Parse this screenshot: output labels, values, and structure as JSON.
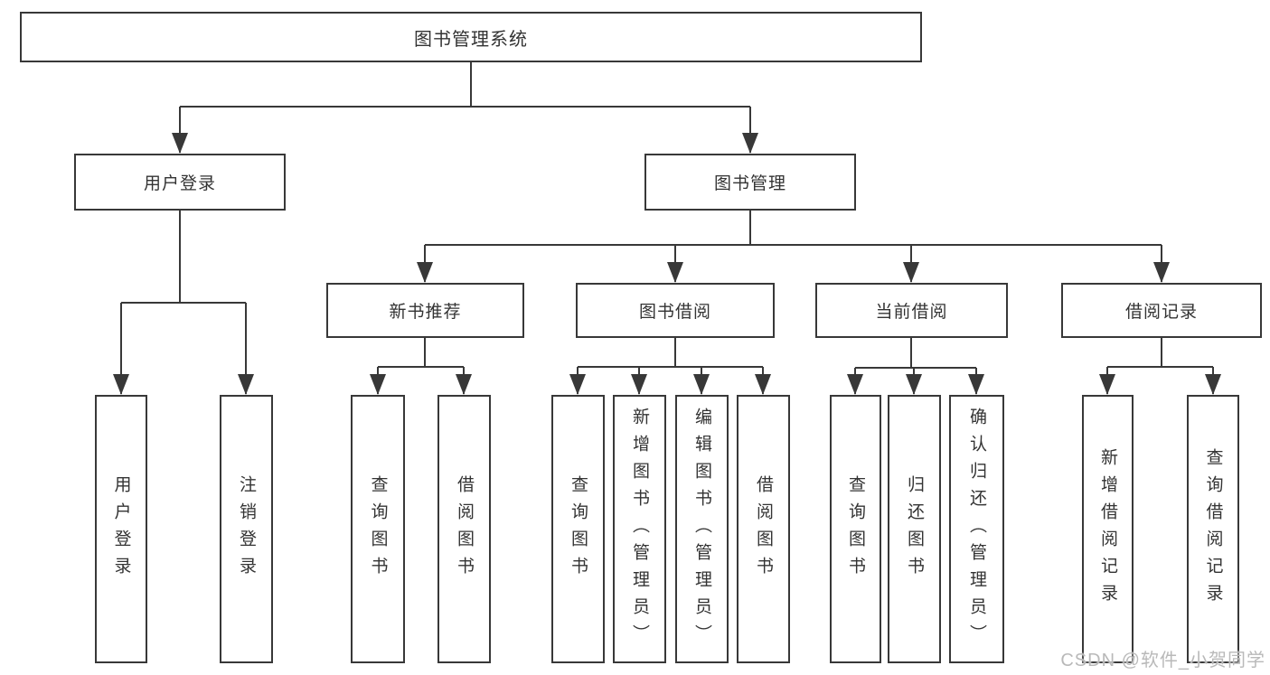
{
  "diagram": {
    "root": {
      "label": "图书管理系统"
    },
    "children": [
      {
        "label": "用户登录",
        "children": [
          {
            "label": "用户登录"
          },
          {
            "label": "注销登录"
          }
        ]
      },
      {
        "label": "图书管理",
        "children": [
          {
            "label": "新书推荐",
            "children": [
              {
                "label": "查询图书"
              },
              {
                "label": "借阅图书"
              }
            ]
          },
          {
            "label": "图书借阅",
            "children": [
              {
                "label": "查询图书"
              },
              {
                "label": "新增图书（管理员）"
              },
              {
                "label": "编辑图书（管理员）"
              },
              {
                "label": "借阅图书"
              }
            ]
          },
          {
            "label": "当前借阅",
            "children": [
              {
                "label": "查询图书"
              },
              {
                "label": "归还图书"
              },
              {
                "label": "确认归还（管理员）"
              }
            ]
          },
          {
            "label": "借阅记录",
            "children": [
              {
                "label": "新增借阅记录"
              },
              {
                "label": "查询借阅记录"
              }
            ]
          }
        ]
      }
    ]
  },
  "watermark": {
    "text": "CSDN @软件_小贺同学"
  },
  "colors": {
    "line": "#383838",
    "box_border": "#383838",
    "text": "#333333",
    "watermark": "#b9b9b9",
    "background": "#ffffff"
  }
}
